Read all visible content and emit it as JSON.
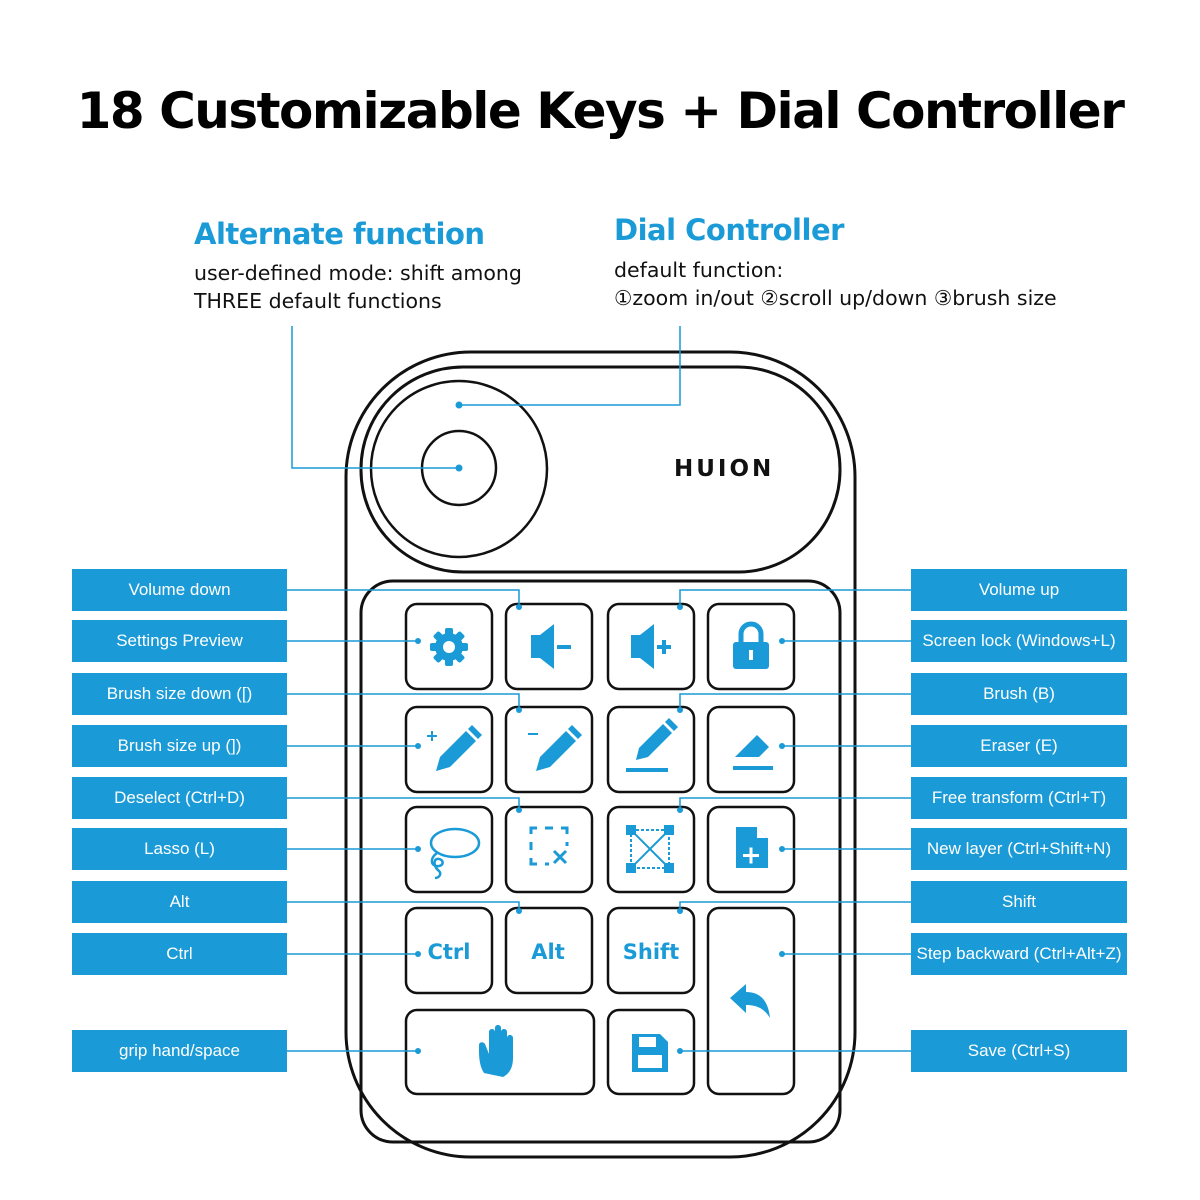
{
  "title": "18 Customizable Keys + Dial Controller",
  "alternate": {
    "heading": "Alternate function",
    "line1": "user-defined mode: shift among",
    "line2": "THREE default functions"
  },
  "dial": {
    "heading": "Dial Controller",
    "line1": "default function:",
    "line2": "①zoom in/out  ②scroll up/down  ③brush size"
  },
  "brand": "HUION",
  "left_labels": [
    "Volume down",
    "Settings Preview",
    "Brush size down ([)",
    "Brush size up (])",
    "Deselect (Ctrl+D)",
    "Lasso (L)",
    "Alt",
    "Ctrl",
    "grip hand/space"
  ],
  "right_labels": [
    "Volume up",
    "Screen lock (Windows+L)",
    "Brush (B)",
    "Eraser (E)",
    "Free transform (Ctrl+T)",
    "New layer (Ctrl+Shift+N)",
    "Shift",
    "Step backward (Ctrl+Alt+Z)",
    "Save (Ctrl+S)"
  ],
  "keys": {
    "ctrl": "Ctrl",
    "alt": "Alt",
    "shift": "Shift"
  },
  "icons": [
    "gear-icon",
    "volume-down-icon",
    "volume-up-icon",
    "lock-icon",
    "pencil-plus-icon",
    "pencil-minus-icon",
    "pen-line-icon",
    "eraser-icon",
    "lasso-icon",
    "deselect-icon",
    "transform-icon",
    "new-layer-icon",
    "undo-icon",
    "hand-icon",
    "save-icon"
  ],
  "colors": {
    "accent": "#1a9ad6",
    "outline": "#111111"
  }
}
